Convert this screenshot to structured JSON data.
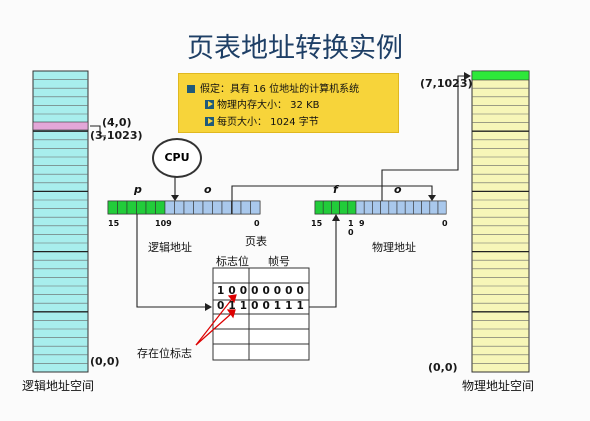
{
  "title": "页表地址转换实例",
  "info": {
    "assumption": "假定：具有 16 位地址的计算机系统",
    "physical_memory": "物理内存大小：  32 KB",
    "page_size": "每页大小：  1024 字节"
  },
  "cpu_label": "CPU",
  "logical_space": {
    "label": "逻辑地址空间",
    "coord_top1": "(4,0)",
    "coord_top2": "(3,1023)",
    "coord_bottom": "(0,0)",
    "highlight_color": "#e3a7d8",
    "fill_color": "#a8eeed"
  },
  "physical_space": {
    "label": "物理地址空间",
    "coord_top": "(7,1023)",
    "coord_bottom": "(0,0)",
    "highlight_color": "#2ee83a",
    "fill_color": "#f7f6b8"
  },
  "logical_address": {
    "label": "逻辑地址",
    "field_p": "p",
    "field_o": "o",
    "bit_high": "15",
    "bit_mid": "109",
    "bit_low": "0"
  },
  "physical_address": {
    "label": "物理地址",
    "field_f": "f",
    "field_o": "o",
    "bit_high": "15",
    "bit_mid_a": "1",
    "bit_mid_b": "0",
    "bit_mid_c": "9",
    "bit_low": "0"
  },
  "page_table": {
    "title": "页表",
    "col_flag": "标志位",
    "col_frame": "帧号",
    "row1": "1 0 0 0 0 0 0 0",
    "row2": "0 1 1 0 0 1 1 1",
    "present_bit_label": "存在位标志"
  },
  "colors": {
    "green": "#22cc3a",
    "blue": "#a9c8ec",
    "arrow_red": "#dd0000"
  }
}
